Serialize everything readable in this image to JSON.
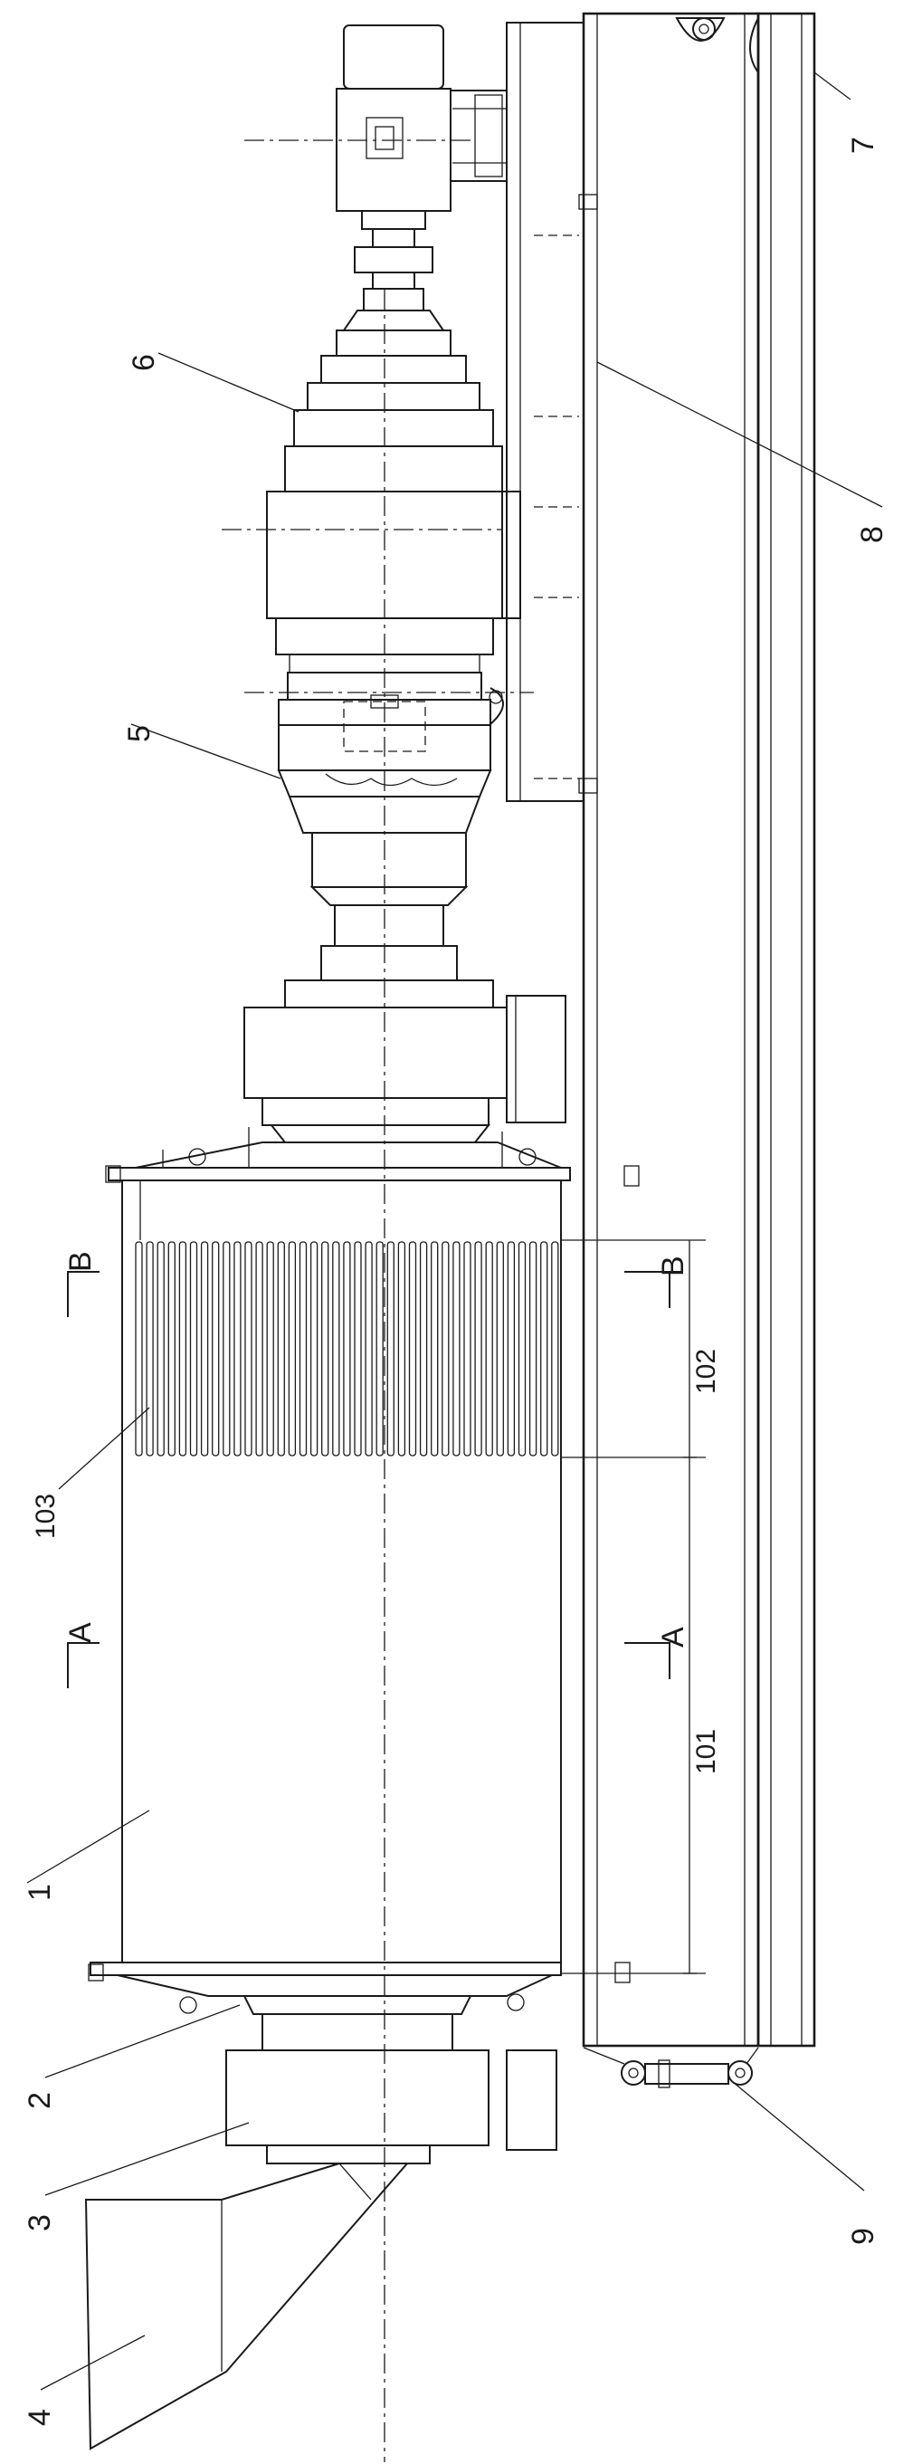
{
  "labels": {
    "l1": "1",
    "l2": "2",
    "l3": "3",
    "l4": "4",
    "l5": "5",
    "l6": "6",
    "l7": "7",
    "l8": "8",
    "l9": "9",
    "l101": "101",
    "l102": "102",
    "l103": "103",
    "secA": "A",
    "secB": "B"
  }
}
